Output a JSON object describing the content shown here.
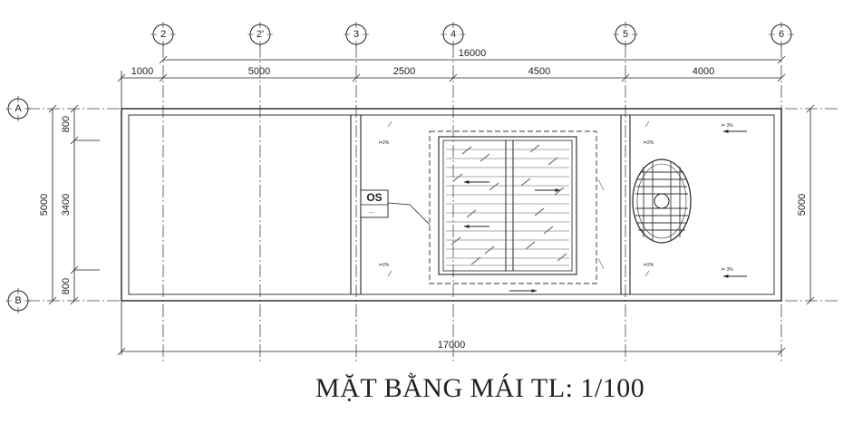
{
  "title": "MẶT BẰNG MÁI TL: 1/100",
  "grid_axes": {
    "columns": [
      "2",
      "2'",
      "3",
      "4",
      "5",
      "6"
    ],
    "rows": [
      "A",
      "B"
    ]
  },
  "dimensions": {
    "top_total": "16000",
    "top_segments": [
      "1000",
      "5000",
      "2500",
      "4500",
      "4000"
    ],
    "bottom_total": "17000",
    "left_total": "5000",
    "left_segments": [
      "800",
      "3400",
      "800"
    ],
    "right_total": "5000"
  },
  "slope_notes": {
    "left_top": "i=2%",
    "left_bottom": "i=2%",
    "right_top": "i=2%",
    "right_bottom": "i=2%",
    "far_right_top": "i= 3%",
    "far_right_bottom": "i= 3%"
  },
  "tag": {
    "label": "OS",
    "sub": "---"
  }
}
